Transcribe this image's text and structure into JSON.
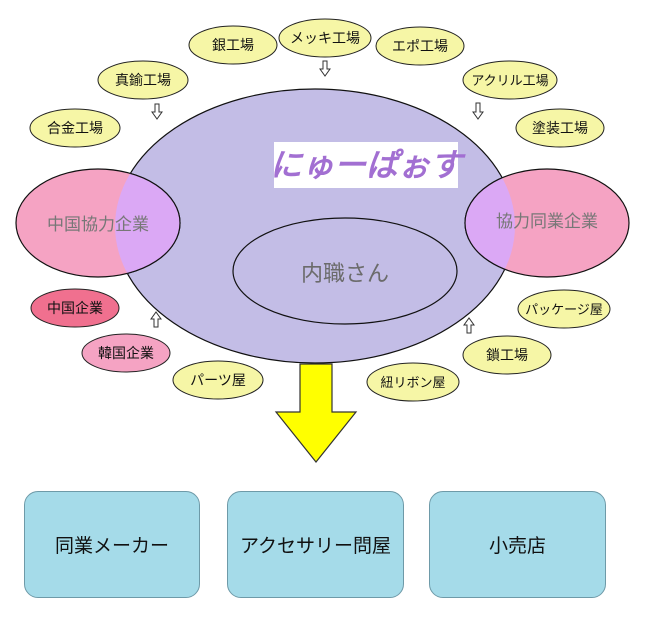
{
  "diagram": {
    "brand": "にゅーぱぉす",
    "center": "内職さん",
    "left_partner": "中国協力企業",
    "right_partner": "協力同業企業",
    "factories": {
      "gin": "銀工場",
      "mekki": "メッキ工場",
      "epo": "エポ工場",
      "shinchu": "真鍮工場",
      "acrylic": "アクリル工場",
      "gokin": "合金工場",
      "tosou": "塗装工場",
      "kusari": "鎖工場",
      "himo": "紐リボン屋",
      "parts": "パーツ屋",
      "package": "パッケージ屋"
    },
    "companies": {
      "china": "中国企業",
      "korea": "韓国企業"
    },
    "outputs": {
      "maker": "同業メーカー",
      "wholesale": "アクセサリー問屋",
      "retail": "小売店"
    }
  },
  "colors": {
    "main_ellipse": "#c3bde6",
    "partner_pink": "#f5a3c3",
    "overlap": "#dba8f5",
    "factory_yellow": "#f6f6a6",
    "company_pink": "#f0708f",
    "korea_pink": "#f5a3c3",
    "arrow_yellow": "#ffff00",
    "output_box": "#a5dbe9",
    "brand_text": "#a26fd2"
  }
}
